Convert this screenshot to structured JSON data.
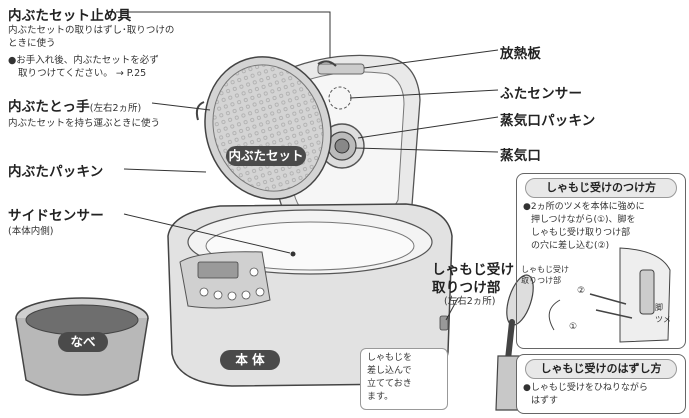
{
  "labels": {
    "lid_fixture_title": "内ぶたセット止め具",
    "lid_fixture_desc1": "内ぶたセットの取りはずし･取りつけの",
    "lid_fixture_desc2": "ときに使う",
    "lid_fixture_note1": "●お手入れ後、内ぶたセットを必ず",
    "lid_fixture_note2": "取りつけてください。 → P.25",
    "handle_title": "内ぶたとっ手",
    "handle_sub": "(左右2ヵ所)",
    "handle_desc": "内ぶたセットを持ち運ぶときに使う",
    "inner_lid_packing": "内ぶたパッキン",
    "side_sensor": "サイドセンサー",
    "side_sensor_sub": "(本体内側)",
    "radiator": "放熱板",
    "lid_sensor": "ふたセンサー",
    "steam_packing": "蒸気口パッキン",
    "steam_port": "蒸気口",
    "paddle_holder_title1": "しゃもじ受け",
    "paddle_holder_title2": "取りつけ部",
    "paddle_holder_sub": "(左右2ヵ所)",
    "inner_lid_set_badge": "内ぶたセット",
    "pot_badge": "なべ",
    "body_badge": "本 体"
  },
  "callout": {
    "line1": "しゃもじを",
    "line2": "差し込んで",
    "line3": "立てておき",
    "line4": "ます。"
  },
  "attach_panel": {
    "header": "しゃもじ受けのつけ方",
    "line1": "●2ヵ所のツメを本体に強めに",
    "line2": "押しつけながら(①)、脚を",
    "line3": "しゃもじ受け取りつけ部",
    "line4": "の穴に差し込む(②)",
    "fig_label1": "しゃもじ受け",
    "fig_label2": "取りつけ部",
    "fig_leg": "脚",
    "fig_claw": "ツメ",
    "num1": "①",
    "num2": "②"
  },
  "remove_panel": {
    "header": "しゃもじ受けのはずし方",
    "line1": "●しゃもじ受けをひねりながら",
    "line2": "はずす"
  }
}
